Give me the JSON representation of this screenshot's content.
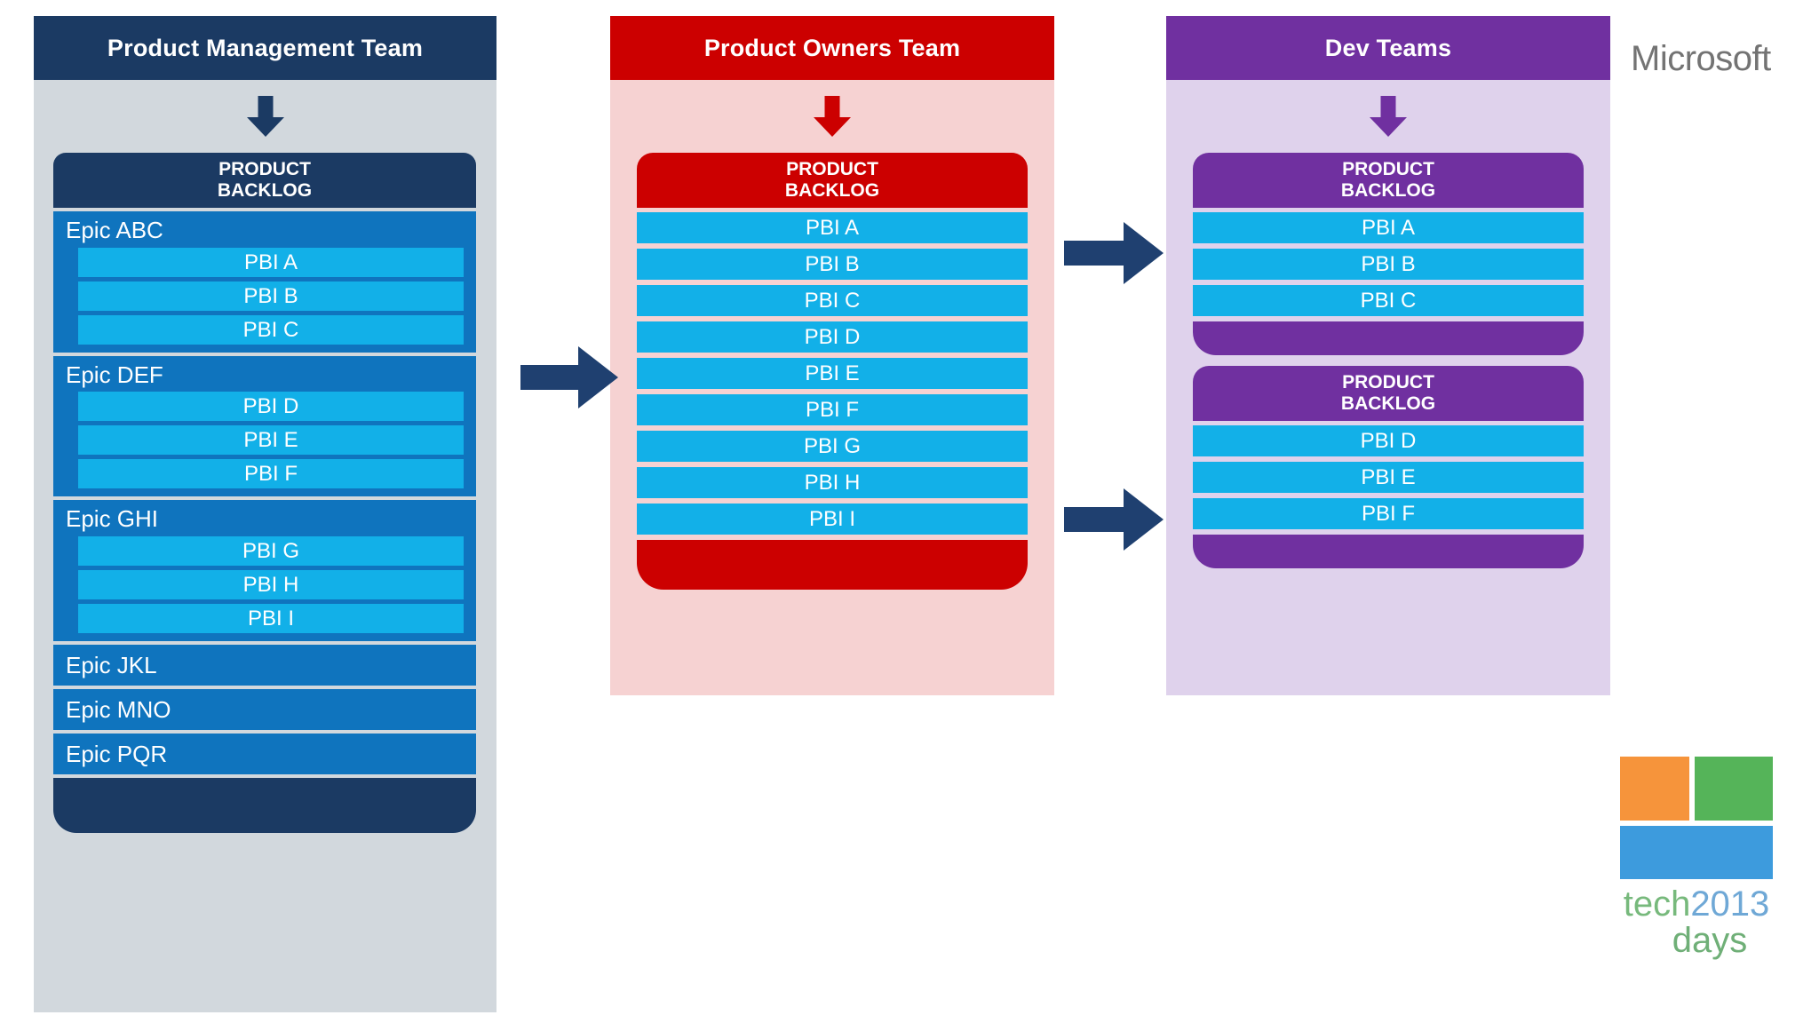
{
  "brand": {
    "microsoft_wordmark": "Microsoft",
    "techdays": {
      "tech": "tech",
      "year": "2013",
      "days": "days",
      "tile_colors": [
        "#F6943B",
        "#55B459",
        "#3D9BDD"
      ]
    }
  },
  "colors": {
    "pm_dark": "#1B3A63",
    "pm_light": "#D2D8DD",
    "po_dark": "#CC0000",
    "po_light": "#F6D2D2",
    "dev_dark": "#7030A0",
    "dev_light": "#DFD2EC",
    "epic_blue": "#0F74BE",
    "pbi_blue": "#12B0E8",
    "flow_arrow": "#1F4070"
  },
  "lanes": [
    {
      "id": "pm",
      "title": "Product Management Team",
      "down_arrow_icon": "arrow-down-icon",
      "backlogs": [
        {
          "cap_line1": "PRODUCT",
          "cap_line2": "BACKLOG",
          "epics": [
            {
              "label": "Epic ABC",
              "items": [
                "PBI A",
                "PBI B",
                "PBI C"
              ]
            },
            {
              "label": "Epic DEF",
              "items": [
                "PBI D",
                "PBI E",
                "PBI F"
              ]
            },
            {
              "label": "Epic GHI",
              "items": [
                "PBI G",
                "PBI H",
                "PBI I"
              ]
            },
            {
              "label": "Epic JKL",
              "items": []
            },
            {
              "label": "Epic MNO",
              "items": []
            },
            {
              "label": "Epic PQR",
              "items": []
            }
          ]
        }
      ]
    },
    {
      "id": "po",
      "title": "Product Owners Team",
      "down_arrow_icon": "arrow-down-icon",
      "backlogs": [
        {
          "cap_line1": "PRODUCT",
          "cap_line2": "BACKLOG",
          "items": [
            "PBI A",
            "PBI B",
            "PBI C",
            "PBI D",
            "PBI E",
            "PBI F",
            "PBI G",
            "PBI H",
            "PBI I"
          ]
        }
      ]
    },
    {
      "id": "dev",
      "title": "Dev Teams",
      "down_arrow_icon": "arrow-down-icon",
      "backlogs": [
        {
          "cap_line1": "PRODUCT",
          "cap_line2": "BACKLOG",
          "items": [
            "PBI A",
            "PBI B",
            "PBI C"
          ]
        },
        {
          "cap_line1": "PRODUCT",
          "cap_line2": "BACKLOG",
          "items": [
            "PBI D",
            "PBI E",
            "PBI F"
          ]
        }
      ]
    }
  ],
  "flow_arrows": [
    {
      "name": "arrow-pm-to-po",
      "icon": "arrow-right-icon"
    },
    {
      "name": "arrow-po-to-dev-team1",
      "icon": "arrow-right-icon"
    },
    {
      "name": "arrow-po-to-dev-team2",
      "icon": "arrow-right-icon"
    }
  ]
}
